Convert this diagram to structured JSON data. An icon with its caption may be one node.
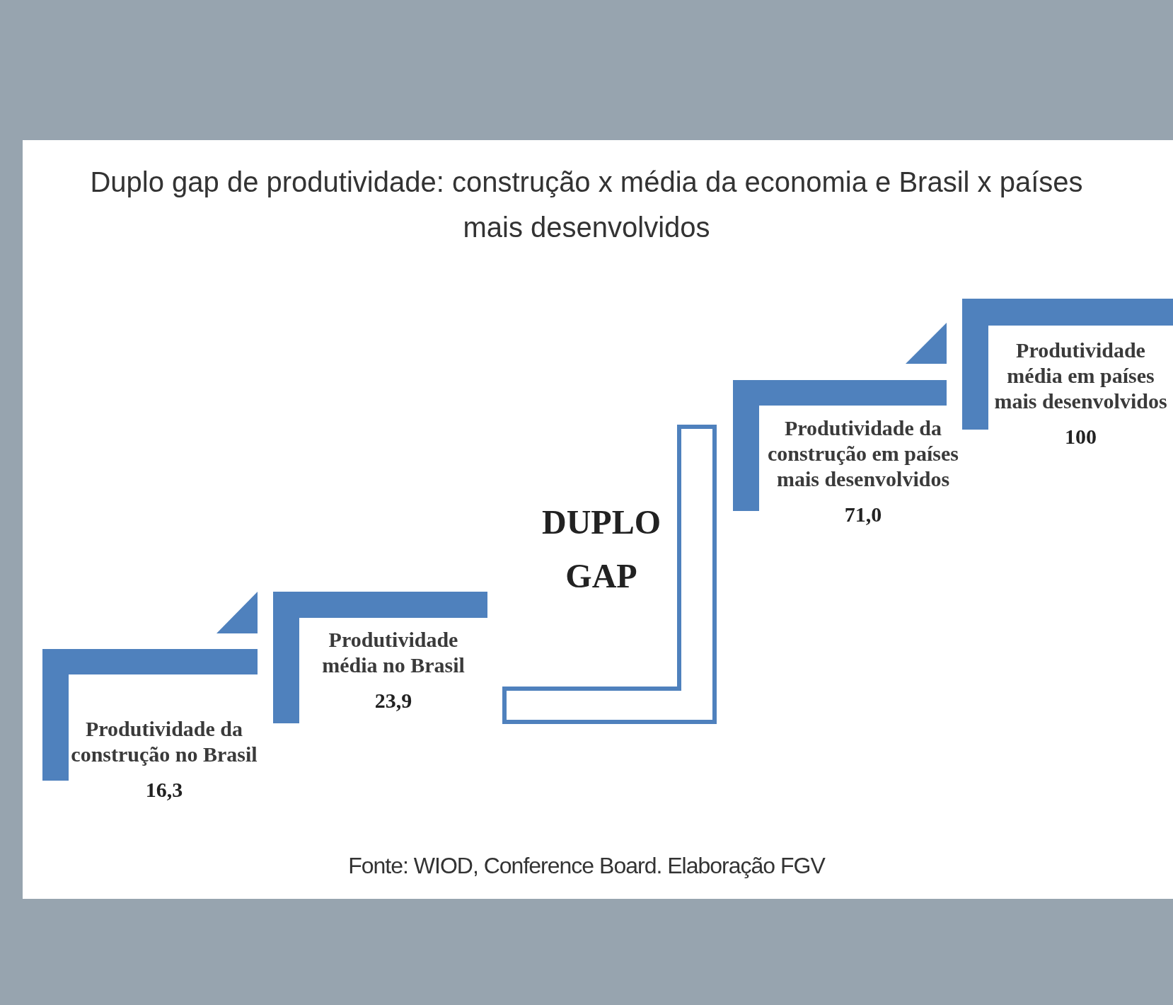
{
  "diagram": {
    "title": "Duplo gap de produtividade: construção x média da economia e Brasil x países mais desenvolvidos",
    "caption": "Fonte: WIOD, Conference Board. Elaboração FGV",
    "nodes": [
      {
        "text": [
          "Produtividade da construção no Brasil",
          "16,3"
        ]
      },
      {
        "text": [
          "Produtividade média no Brasil",
          "23,9"
        ]
      },
      {
        "text": [
          "DUPLO GAP"
        ]
      },
      {
        "text": [
          "Produtividade da construção em países mais desenvolvidos",
          "71,0"
        ]
      },
      {
        "text": [
          "Produtividade média em países mais desenvolvidos",
          "100"
        ]
      }
    ]
  }
}
